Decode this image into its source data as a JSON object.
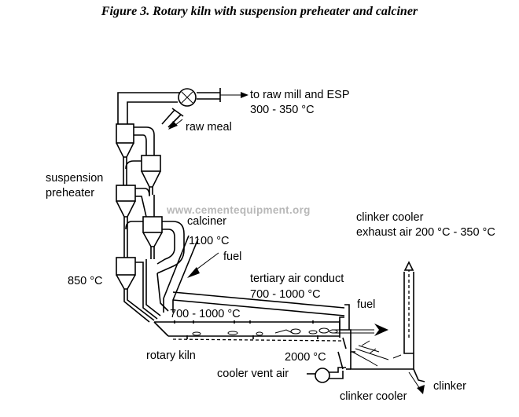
{
  "title": "Figure 3. Rotary kiln with suspension preheater and calciner",
  "watermark": "www.cementequipment.org",
  "labels": {
    "to_raw_mill": "to raw mill and ESP",
    "exhaust_temp": "300 - 350 °C",
    "raw_meal": "raw meal",
    "suspension_1": "suspension",
    "suspension_2": "preheater",
    "calciner": "calciner",
    "calciner_temp": "1100 °C",
    "fuel_calciner": "fuel",
    "temp_850": "850 °C",
    "tertiary_air": "tertiary air conduct",
    "tertiary_temp": "700 - 1000 °C",
    "kiln_temp": "700 - 1000 °C",
    "fuel_kiln": "fuel",
    "rotary_kiln": "rotary kiln",
    "temp_2000": "2000 °C",
    "cooler_vent_air": "cooler vent air",
    "cooler_exhaust_1": "clinker cooler",
    "cooler_exhaust_2": "exhaust air 200 °C  - 350 °C",
    "clinker": "clinker",
    "clinker_cooler": "clinker cooler"
  }
}
